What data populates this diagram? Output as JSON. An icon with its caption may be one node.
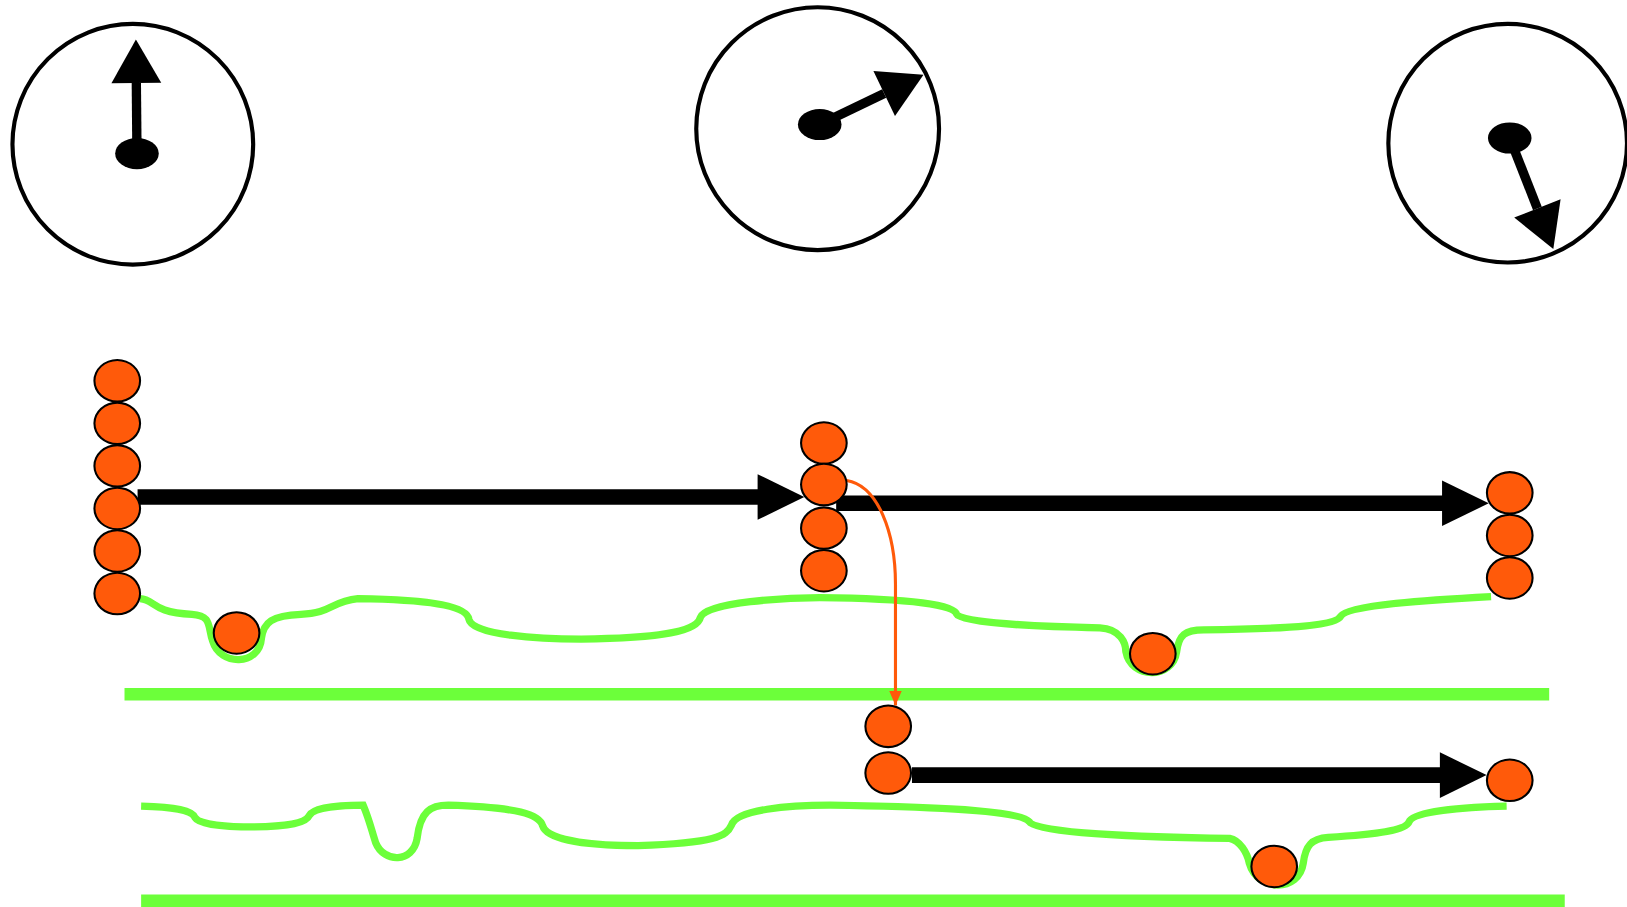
{
  "diagram": {
    "nodes": [
      {
        "text": [],
        "shape": "circle"
      },
      {
        "text": [],
        "shape": "circle"
      },
      {
        "text": [],
        "shape": "circle"
      },
      {
        "text": [],
        "shape": "circle"
      },
      {
        "text": [],
        "shape": "circle"
      },
      {
        "text": [],
        "shape": "circle"
      },
      {
        "text": [],
        "shape": "circle"
      },
      {
        "text": [],
        "shape": "circle"
      },
      {
        "text": [],
        "shape": "circle"
      },
      {
        "text": [],
        "shape": "circle"
      },
      {
        "text": [],
        "shape": "circle"
      },
      {
        "text": [],
        "shape": "circle"
      },
      {
        "text": [],
        "shape": "circle"
      },
      {
        "text": [],
        "shape": "circle"
      },
      {
        "text": [],
        "shape": "circle"
      },
      {
        "text": [],
        "shape": "circle"
      },
      {
        "text": [],
        "shape": "circle"
      },
      {
        "text": [],
        "shape": "circle"
      },
      {
        "text": [],
        "shape": "circle"
      }
    ],
    "edges": [
      {
        "from": 3,
        "to": 8,
        "arrow": "to"
      },
      {
        "from": 8,
        "to": 12,
        "arrow": "to"
      },
      {
        "from": 8,
        "to": 15,
        "arrow": "to",
        "color": "#ff5a0a"
      },
      {
        "from": 16,
        "to": 17,
        "arrow": "to"
      }
    ]
  }
}
